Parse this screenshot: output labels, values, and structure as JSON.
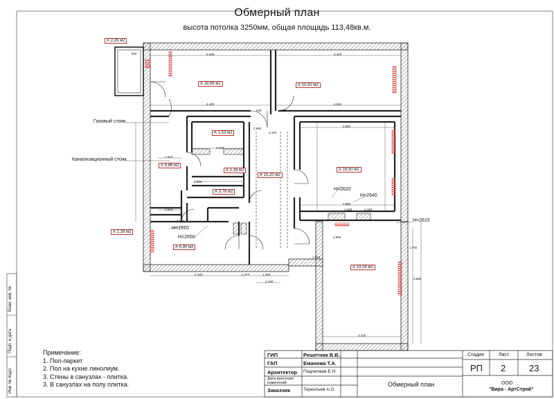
{
  "header": {
    "title": "Обмерный план",
    "subtitle": "высота потолка 3250мм, общая площадь 113,48кв.м."
  },
  "labels": {
    "gas_riser": "Газовый стояк",
    "sewer_riser": "Канализационный стояк"
  },
  "rooms": [
    {
      "area": "А 18,68 м2"
    },
    {
      "area": "А 15,92 м2"
    },
    {
      "area": "А 1,53 м2"
    },
    {
      "area": "А 6,88 м2"
    },
    {
      "area": "А 1,16 м2"
    },
    {
      "area": "А 15,20 м2"
    },
    {
      "area": "А 16,50 м2"
    },
    {
      "area": "А 3,76 м2"
    },
    {
      "area": "А 8,90 м2"
    },
    {
      "area": "А 19,08 м2"
    },
    {
      "area": "А 2,26 м2"
    },
    {
      "area": "А 1,28 м2"
    }
  ],
  "heights": [
    "H=2620",
    "H=2640",
    "H=2615",
    "H=1910",
    "H=2550"
  ],
  "dimensions": [
    "6.540",
    "5.420",
    "4.400",
    "4.550",
    "3.950",
    "3.950",
    "2.960",
    "2.150",
    "1.400",
    "4.160",
    "1.260",
    "2.190",
    "1.020",
    "3.320",
    "3.950",
    "6.580",
    "1.700",
    "1.420",
    "1.440",
    "940",
    "940",
    "942",
    "2.550",
    "2.560",
    "2.246",
    "1.510",
    "1.510"
  ],
  "notes": {
    "heading": "Примечание:",
    "items": [
      "1. Пол-паркет",
      "2. Пол на кухне линолиум.",
      "3. Стены в санузлах - плитка.",
      "3. В санузлах на полу плитка."
    ]
  },
  "stamp": {
    "rows": [
      {
        "role": "ГИП",
        "name": "Решетняк В.В."
      },
      {
        "role": "ГАП",
        "name": "Еманова Т.А."
      },
      {
        "role": "Архитектор",
        "name": "Подлипаев Е.Н."
      },
      {
        "role": "Дата внесения изменений",
        "name": ""
      },
      {
        "role": "Заказчик",
        "name": "Терентьев А.О."
      }
    ],
    "sheet_title": "Обмерный план",
    "stage_label": "Стадия",
    "sheet_label": "Лист",
    "sheets_label": "Листов",
    "stage": "РП",
    "sheet": "2",
    "sheets": "23",
    "org_line1": "ООО",
    "org_line2": "\"Вира - АртСтрой\""
  },
  "side_stamp": [
    "Взам. инв. №",
    "Подп. и дата",
    "Инв. № подл."
  ]
}
